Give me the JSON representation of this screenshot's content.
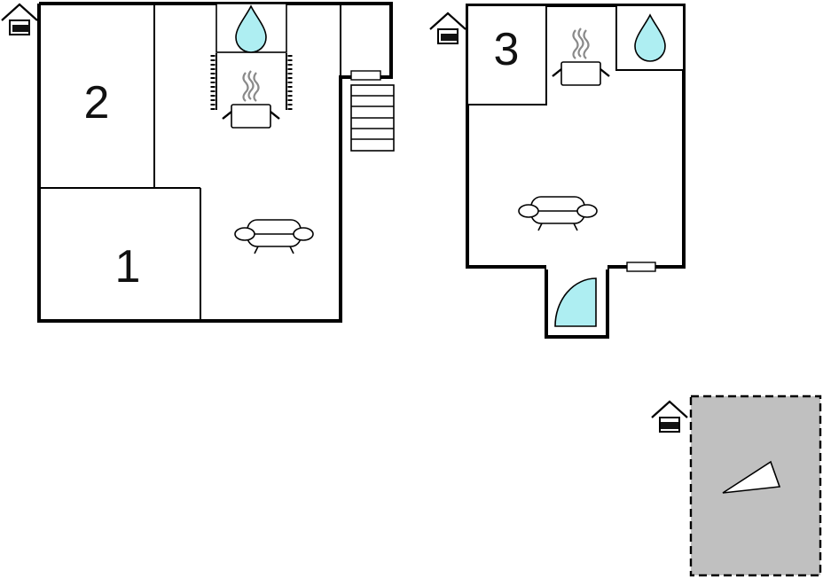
{
  "floorplan": {
    "floors": [
      {
        "name": "ground-floor",
        "rooms": [
          {
            "id": "room-1",
            "label": "1"
          },
          {
            "id": "room-2",
            "label": "2"
          }
        ],
        "icons": [
          "floor-level-icon",
          "shower-icon",
          "stove-icon",
          "sofa-icon",
          "stairs-icon"
        ]
      },
      {
        "name": "upper-floor",
        "rooms": [
          {
            "id": "room-3",
            "label": "3"
          }
        ],
        "icons": [
          "floor-level-icon",
          "stove-icon",
          "shower-icon",
          "sofa-icon",
          "corner-shower-icon"
        ]
      },
      {
        "name": "outdoor-area",
        "icons": [
          "floor-level-icon",
          "terrace-icon"
        ]
      }
    ],
    "colors": {
      "wall": "#000000",
      "water": "#aeeef2",
      "steam": "#8a8a8a",
      "terrace_fill": "#c0c0c0"
    }
  }
}
